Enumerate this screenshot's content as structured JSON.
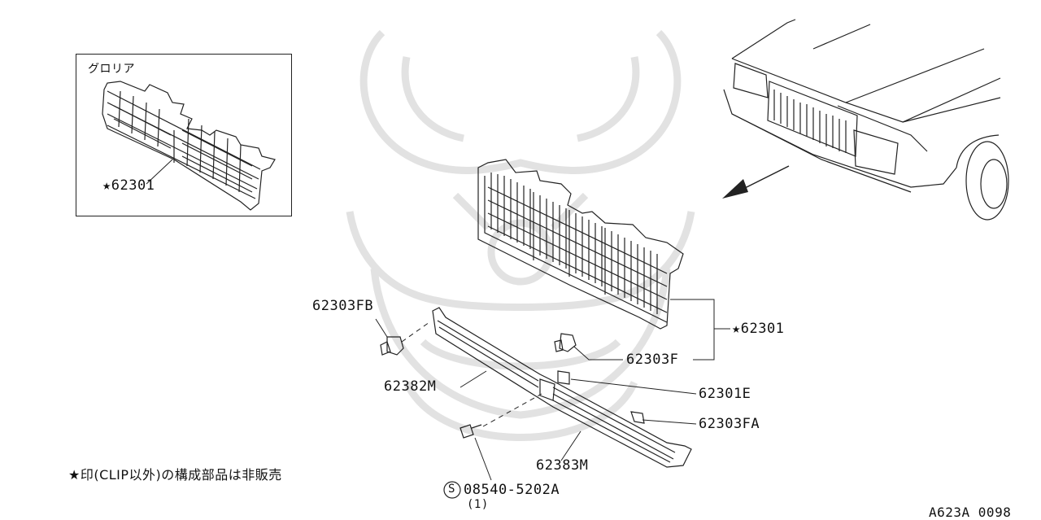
{
  "inset": {
    "title": "グロリア",
    "part_label": "★62301"
  },
  "callouts": {
    "p62303FB": "62303FB",
    "p62301_main": "★62301",
    "p62303F": "62303F",
    "p62382M": "62382M",
    "p62301E": "62301E",
    "p62303FA": "62303FA",
    "p62383M": "62383M",
    "screw_part": "08540-5202A",
    "screw_symbol": "S",
    "screw_qty": "(1)"
  },
  "footnote": "★印(CLIP以外)の構成部品は非販売",
  "diagram_code": "A623A 0098",
  "colors": {
    "line": "#222222",
    "watermark": "#e2e2e2"
  }
}
